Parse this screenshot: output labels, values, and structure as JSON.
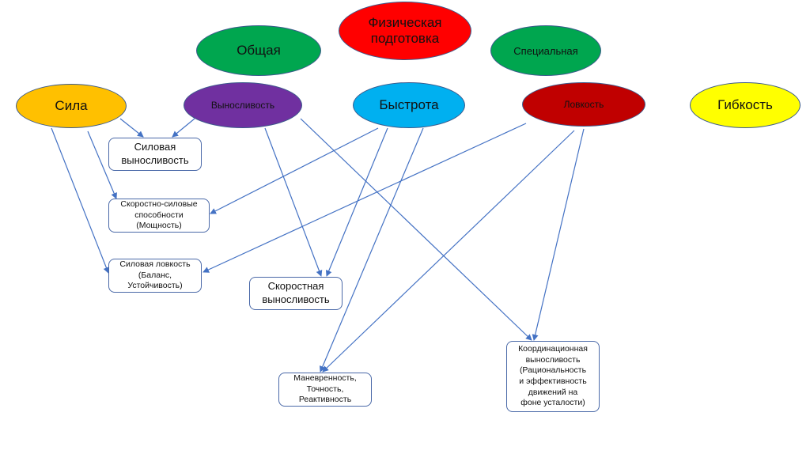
{
  "colors": {
    "red": "#ff0000",
    "green": "#00a64f",
    "yellow_orange": "#ffc000",
    "purple": "#7030a0",
    "light_blue": "#00b0f0",
    "dark_red": "#c00000",
    "yellow": "#ffff00",
    "arrow": "#4472c4"
  },
  "ovals": [
    {
      "id": "physical",
      "label": "Физическая\nподготовка",
      "color": "#ff0000"
    },
    {
      "id": "general",
      "label": "Общая",
      "color": "#00a64f"
    },
    {
      "id": "special",
      "label": "Специальная",
      "color": "#00a64f"
    },
    {
      "id": "strength",
      "label": "Сила",
      "color": "#ffc000"
    },
    {
      "id": "endurance",
      "label": "Выносливость",
      "color": "#7030a0"
    },
    {
      "id": "speed",
      "label": "Быстрота",
      "color": "#00b0f0"
    },
    {
      "id": "agility",
      "label": "Ловкость",
      "color": "#c00000"
    },
    {
      "id": "flexibility",
      "label": "Гибкость",
      "color": "#ffff00"
    }
  ],
  "boxes": [
    {
      "id": "strength_endurance",
      "label": "Силовая\nвыносливость"
    },
    {
      "id": "speed_strength",
      "label": "Скоростно-силовые\nспособности\n(Мощность)"
    },
    {
      "id": "strength_agility",
      "label": "Силовая ловкость\n(Баланс,\nУстойчивость)"
    },
    {
      "id": "speed_endurance",
      "label": "Скоростная\nвыносливость"
    },
    {
      "id": "maneuverability",
      "label": "Маневренность,\nТочность,\nРеактивность"
    },
    {
      "id": "coordination_endurance",
      "label": "Координационная\nвыносливость\n(Рациональность\nи эффективность\nдвижений на\nфоне усталости)"
    }
  ],
  "connections": [
    {
      "from": "strength",
      "to": "strength_endurance"
    },
    {
      "from": "endurance",
      "to": "strength_endurance"
    },
    {
      "from": "strength",
      "to": "speed_strength"
    },
    {
      "from": "strength",
      "to": "strength_agility"
    },
    {
      "from": "speed",
      "to": "speed_strength"
    },
    {
      "from": "agility",
      "to": "strength_agility"
    },
    {
      "from": "endurance",
      "to": "speed_endurance"
    },
    {
      "from": "speed",
      "to": "speed_endurance"
    },
    {
      "from": "speed",
      "to": "maneuverability"
    },
    {
      "from": "agility",
      "to": "maneuverability"
    },
    {
      "from": "endurance",
      "to": "coordination_endurance"
    },
    {
      "from": "agility",
      "to": "coordination_endurance"
    }
  ]
}
